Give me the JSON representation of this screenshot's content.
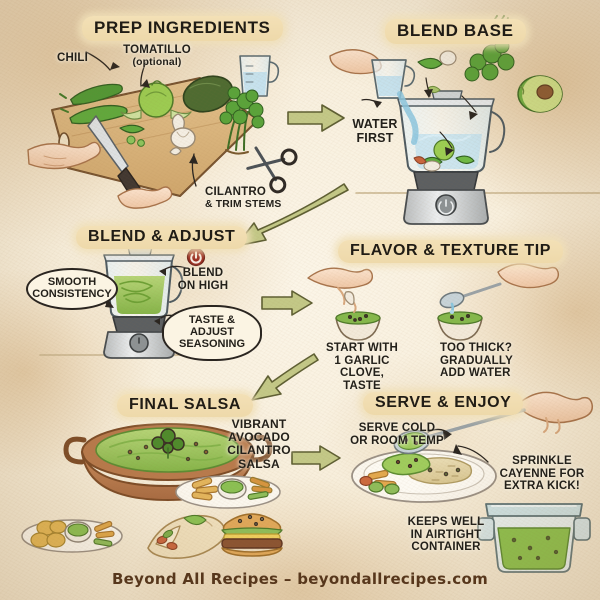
{
  "poster": {
    "background_color": "#f6ecd8",
    "ink_color": "#23201a",
    "arrow_color": "#c3c887",
    "footer": "Beyond All Recipes – beyondallrecipes.com"
  },
  "sections": [
    {
      "id": "prep",
      "title": "PREP INGREDIENTS",
      "labels": [
        {
          "id": "chili",
          "text": "CHILI"
        },
        {
          "id": "tomatillo",
          "text": "TOMATILLO",
          "sub": "(optional)"
        },
        {
          "id": "cilantro",
          "text": "CILANTRO",
          "sub": "& TRIM STEMS"
        }
      ],
      "illustration": "cutting-board-with-chilies-tomatillo-avocado-cilantro-garlic-hands-knife-scissors-measuring-cup"
    },
    {
      "id": "blend-base",
      "title": "BLEND BASE",
      "labels": [
        {
          "id": "water-first",
          "text": "WATER",
          "sub": "FIRST"
        }
      ],
      "illustration": "hand-pouring-water-into-blender-with-falling-cilantro-avocado-chili-garlic"
    },
    {
      "id": "blend-adjust",
      "title": "BLEND & ADJUST",
      "labels": [
        {
          "id": "blend-on-high",
          "text": "BLEND",
          "sub": "ON HIGH",
          "icon": "power-icon"
        }
      ],
      "bubbles": [
        {
          "id": "smooth-consistency",
          "text": "SMOOTH CONSISTENCY"
        },
        {
          "id": "taste-adjust",
          "text": "TASTE & ADJUST SEASONING"
        }
      ],
      "illustration": "blender-filled-with-green-salsa"
    },
    {
      "id": "flavor-texture",
      "title": "FLAVOR & TEXTURE TIP",
      "labels": [
        {
          "id": "garlic-tip",
          "text": "START WITH",
          "sub": "1 GARLIC CLOVE,",
          "sub2": "TASTE"
        },
        {
          "id": "water-tip",
          "text": "TOO THICK?",
          "sub": "GRADUALLY",
          "sub2": "ADD WATER"
        }
      ],
      "illustration": "two-hands-over-bowls-adding-garlic-and-water-with-spoon"
    },
    {
      "id": "final-salsa",
      "title": "FINAL SALSA",
      "labels": [
        {
          "id": "vibrant-salsa",
          "text": "VIBRANT",
          "sub": "AVOCADO",
          "sub2": "CILANTRO",
          "sub3": "SALSA"
        }
      ],
      "illustration": "rustic-bowl-of-green-salsa-with-cilantro-garnish-plus-fries-veggies-burrito-burger-platters"
    },
    {
      "id": "serve-enjoy",
      "title": "SERVE & ENJOY",
      "labels": [
        {
          "id": "serve-temp",
          "text": "SERVE COLD",
          "sub": "OR ROOM TEMP"
        },
        {
          "id": "cayenne",
          "text": "SPRINKLE",
          "sub": "CAYENNE FOR",
          "sub2": "EXTRA KICK!"
        },
        {
          "id": "storage",
          "text": "KEEPS WELL",
          "sub": "IN AIRTIGHT",
          "sub2": "CONTAINER"
        }
      ],
      "illustration": "plate-of-rice-with-salsa-and-veggies-hand-with-spoon-and-airtight-container"
    }
  ],
  "flow_arrows": [
    {
      "id": "prep-to-blend-base",
      "from": "prep",
      "to": "blend-base",
      "style": "straight-right"
    },
    {
      "id": "blend-base-to-blend-adjust",
      "from": "blend-base",
      "to": "blend-adjust",
      "style": "curved-down-left"
    },
    {
      "id": "blend-adjust-to-flavor",
      "from": "blend-adjust",
      "to": "flavor-texture",
      "style": "straight-right"
    },
    {
      "id": "flavor-to-final-salsa",
      "from": "flavor-texture",
      "to": "final-salsa",
      "style": "diagonal-down-left"
    },
    {
      "id": "final-salsa-to-serve",
      "from": "final-salsa",
      "to": "serve-enjoy",
      "style": "straight-right"
    }
  ]
}
